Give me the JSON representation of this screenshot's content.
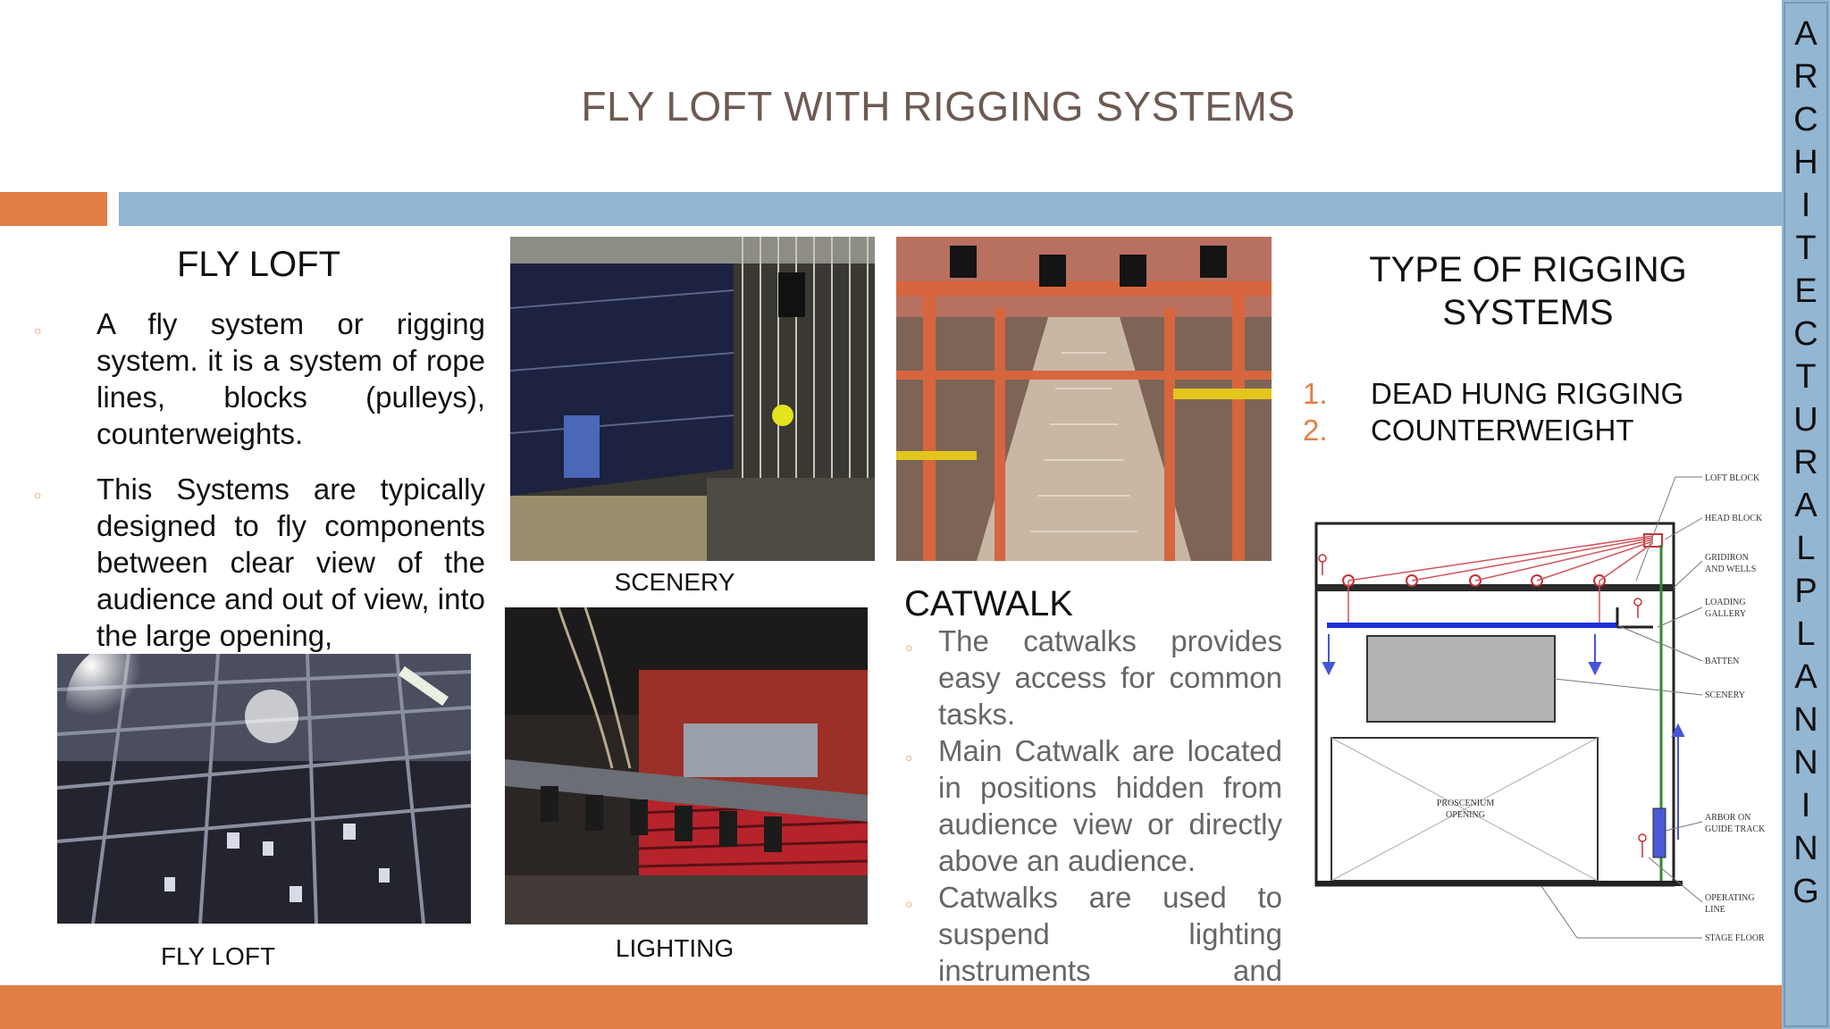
{
  "slide": {
    "title": "FLY LOFT WITH RIGGING SYSTEMS",
    "side_label": "ARCHITECTURAL PLANNING"
  },
  "fly_loft": {
    "heading": "FLY LOFT",
    "bullets": [
      "A fly system or rigging system. it is a system of rope lines, blocks (pulleys), counterweights.",
      "This Systems are typically designed to fly components between clear view of the audience and out of view, into the large opening,"
    ]
  },
  "photos": {
    "scenery_caption": "SCENERY",
    "lighting_caption": "LIGHTING",
    "flyloft_caption": "FLY LOFT"
  },
  "catwalk": {
    "heading": "CATWALK",
    "bullets": [
      "The catwalks provides easy access for common tasks.",
      "Main Catwalk are located in positions hidden from audience view or directly above an audience.",
      "Catwalks are used to suspend lighting instruments and microphones directed at"
    ]
  },
  "rigging": {
    "heading_line1": "TYPE OF RIGGING",
    "heading_line2": "SYSTEMS",
    "items": [
      {
        "num": "1.",
        "label": "DEAD HUNG RIGGING"
      },
      {
        "num": "2.",
        "label": "COUNTERWEIGHT"
      }
    ],
    "diagram_labels": {
      "loft_block": "LOFT BLOCK",
      "head_block": "HEAD BLOCK",
      "gridiron_line1": "GRIDIRON",
      "gridiron_line2": "AND WELLS",
      "loading_line1": "LOADING",
      "loading_line2": "GALLERY",
      "batten": "BATTEN",
      "scenery": "SCENERY",
      "proscenium_line1": "PROSCENIUM",
      "proscenium_line2": "OPENING",
      "arbor_line1": "ARBOR ON",
      "arbor_line2": "GUIDE TRACK",
      "operating_line1": "OPERATING",
      "operating_line2": "LINE",
      "stage_floor": "STAGE FLOOR"
    }
  },
  "colors": {
    "accent_orange": "#e07f44",
    "accent_blue": "#93b6d3",
    "title_color": "#6e5a52",
    "body_gray": "#666666"
  }
}
